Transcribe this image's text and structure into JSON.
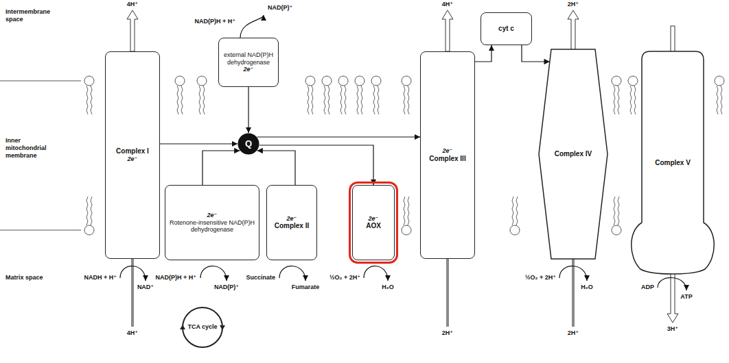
{
  "diagram": {
    "nodes": [
      {
        "text": [
          "Complex I",
          "2e⁻"
        ]
      },
      {
        "text": [
          "external NAD(P)H dehydrogenase",
          "2e⁻"
        ]
      },
      {
        "text": [
          "Q"
        ]
      },
      {
        "text": [
          "2e⁻",
          "Rotenone-insensitive NAD(P)H dehydrogenase"
        ]
      },
      {
        "text": [
          "2e⁻",
          "Complex II"
        ]
      },
      {
        "text": [
          "2e⁻",
          "AOX"
        ]
      },
      {
        "text": [
          "2e⁻",
          "Complex III"
        ]
      },
      {
        "text": [
          "cyt c"
        ]
      },
      {
        "text": [
          "Complex IV"
        ]
      },
      {
        "text": [
          "Complex V"
        ]
      },
      {
        "text": [
          "TCA cycle"
        ]
      }
    ],
    "edges": [
      {
        "from": 0,
        "to": 2,
        "arrow": "to"
      },
      {
        "from": 1,
        "to": 2,
        "arrow": "to"
      },
      {
        "from": 3,
        "to": 2,
        "arrow": "to"
      },
      {
        "from": 4,
        "to": 2,
        "arrow": "to"
      },
      {
        "from": 2,
        "to": 6,
        "arrow": "to"
      },
      {
        "from": 2,
        "to": 5,
        "arrow": "to"
      },
      {
        "from": 6,
        "to": 7,
        "arrow": "to"
      },
      {
        "from": 7,
        "to": 8,
        "arrow": "to"
      }
    ],
    "labels": [
      "Intermembrane space",
      "4H⁺",
      "NAD(P)H + H⁺",
      "NAD(P)⁺",
      "4H⁺",
      "2H⁺",
      "Inner mitochondrial membrane",
      "NADH + H⁺",
      "NAD⁺",
      "NAD(P)H + H⁺",
      "NAD(P)⁺",
      "Succinate",
      "Fumarate",
      "½O₂ + 2H⁺",
      "H₂O",
      "½O₂ + 2H⁺",
      "H₂O",
      "ADP",
      "ATP",
      "Matrix space",
      "4H⁺",
      "2H⁺",
      "2H⁺",
      "3H⁺"
    ]
  }
}
